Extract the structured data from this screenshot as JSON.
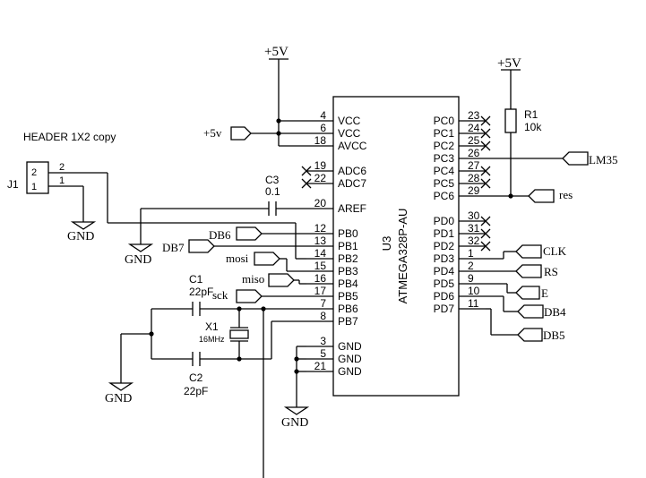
{
  "header": {
    "title": "HEADER 1X2 copy",
    "ref": "J1",
    "pin2": "2",
    "pin1": "1"
  },
  "power": {
    "vcc_top": "+5V",
    "vcc_r": "+5V",
    "vcc_in": "+5v"
  },
  "gnd": "GND",
  "c3": {
    "ref": "C3",
    "value": "0.1"
  },
  "c1": {
    "ref": "C1",
    "value": "22pF"
  },
  "c2": {
    "ref": "C2",
    "value": "22pF"
  },
  "x1": {
    "ref": "X1",
    "value": "16MHz"
  },
  "r1": {
    "ref": "R1",
    "value": "10k"
  },
  "chip": {
    "ref": "U3",
    "part": "ATMEGA328P-AU"
  },
  "left_pins": [
    {
      "num": "4",
      "name": "VCC"
    },
    {
      "num": "6",
      "name": "VCC"
    },
    {
      "num": "18",
      "name": "AVCC"
    },
    {
      "num": "19",
      "name": "ADC6"
    },
    {
      "num": "22",
      "name": "ADC7"
    },
    {
      "num": "20",
      "name": "AREF"
    },
    {
      "num": "12",
      "name": "PB0"
    },
    {
      "num": "13",
      "name": "PB1"
    },
    {
      "num": "14",
      "name": "PB2"
    },
    {
      "num": "15",
      "name": "PB3"
    },
    {
      "num": "16",
      "name": "PB4"
    },
    {
      "num": "17",
      "name": "PB5"
    },
    {
      "num": "7",
      "name": "PB6"
    },
    {
      "num": "8",
      "name": "PB7"
    },
    {
      "num": "3",
      "name": "GND"
    },
    {
      "num": "5",
      "name": "GND"
    },
    {
      "num": "21",
      "name": "GND"
    }
  ],
  "right_pins": [
    {
      "num": "23",
      "name": "PC0"
    },
    {
      "num": "24",
      "name": "PC1"
    },
    {
      "num": "25",
      "name": "PC2"
    },
    {
      "num": "26",
      "name": "PC3"
    },
    {
      "num": "27",
      "name": "PC4"
    },
    {
      "num": "28",
      "name": "PC5"
    },
    {
      "num": "29",
      "name": "PC6"
    },
    {
      "num": "30",
      "name": "PD0"
    },
    {
      "num": "31",
      "name": "PD1"
    },
    {
      "num": "32",
      "name": "PD2"
    },
    {
      "num": "1",
      "name": "PD3"
    },
    {
      "num": "2",
      "name": "PD4"
    },
    {
      "num": "9",
      "name": "PD5"
    },
    {
      "num": "10",
      "name": "PD6"
    },
    {
      "num": "11",
      "name": "PD7"
    }
  ],
  "nets": {
    "db6": "DB6",
    "db7": "DB7",
    "mosi": "mosi",
    "miso": "miso",
    "sck": "sck",
    "lm35": "LM35",
    "res": "res",
    "clk": "CLK",
    "rs": "RS",
    "e": "E",
    "db4": "DB4",
    "db5": "DB5"
  }
}
